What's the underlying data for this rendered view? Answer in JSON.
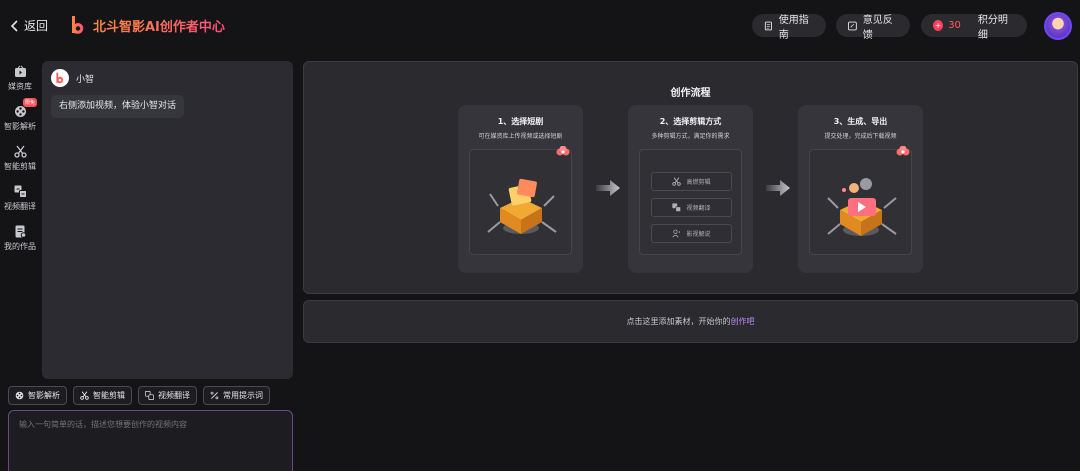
{
  "header": {
    "back_label": "返回",
    "title": "北斗智影AI创作者中心",
    "guide_label": "使用指南",
    "feedback_label": "意见反馈",
    "points_value": "30",
    "points_label": "积分明细"
  },
  "rail": {
    "items": [
      {
        "label": "媒资库",
        "icon": "media-library-icon"
      },
      {
        "label": "智影解析",
        "icon": "film-reel-icon",
        "badge": "限免"
      },
      {
        "label": "智能剪辑",
        "icon": "scissors-icon"
      },
      {
        "label": "视频翻译",
        "icon": "translate-icon"
      },
      {
        "label": "我的作品",
        "icon": "works-icon"
      }
    ]
  },
  "chat": {
    "bot_name": "小智",
    "message": "右侧添加视频，体验小智对话"
  },
  "chips": [
    {
      "label": "智影解析",
      "icon": "film-reel-icon"
    },
    {
      "label": "智能剪辑",
      "icon": "scissors-icon"
    },
    {
      "label": "视频翻译",
      "icon": "translate-icon"
    },
    {
      "label": "常用提示词",
      "icon": "percent-icon"
    }
  ],
  "prompt": {
    "placeholder": "输入一句简单的话，描述您想要创作的视频内容"
  },
  "flow": {
    "title": "创作流程",
    "steps": [
      {
        "title": "1、选择短剧",
        "subtitle": "可在媒资库上传视频或选择短剧"
      },
      {
        "title": "2、选择剪辑方式",
        "subtitle": "多种剪辑方式，满足你的需求",
        "options": [
          "高燃剪辑",
          "视频翻译",
          "影视解说"
        ]
      },
      {
        "title": "3、生成、导出",
        "subtitle": "提交处理，完成后下载视频"
      }
    ]
  },
  "add_material": {
    "text": "点击这里添加素材，开始你的",
    "accent": "创作吧"
  },
  "colors": {
    "background": "#141416",
    "panel": "#2a2a2f",
    "brand_gradient_start": "#ff8a3d",
    "brand_gradient_end": "#ff4f7b",
    "points_red": "#ff3e5d",
    "accent_purple": "#b98cff"
  }
}
